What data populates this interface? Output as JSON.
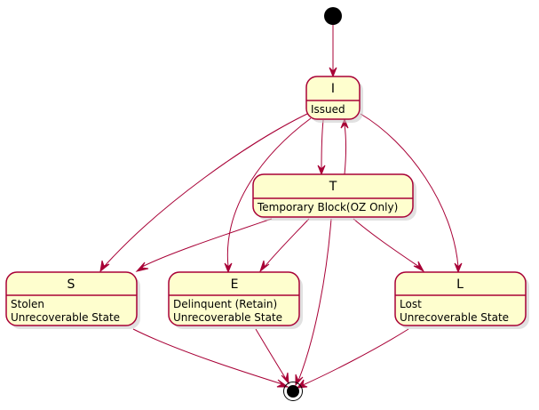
{
  "colors": {
    "state_fill": "#FEFECE",
    "state_border": "#A80036",
    "arrow": "#A80036",
    "pseudo_state": "#000000"
  },
  "states": {
    "I": {
      "name": "I",
      "description": [
        "Issued"
      ]
    },
    "T": {
      "name": "T",
      "description": [
        "Temporary Block(OZ Only)"
      ]
    },
    "S": {
      "name": "S",
      "description": [
        "Stolen",
        "Unrecoverable State"
      ]
    },
    "E": {
      "name": "E",
      "description": [
        "Delinquent (Retain)",
        "Unrecoverable State"
      ]
    },
    "L": {
      "name": "L",
      "description": [
        "Lost",
        "Unrecoverable State"
      ]
    }
  },
  "transitions": [
    {
      "from": "start",
      "to": "I"
    },
    {
      "from": "I",
      "to": "T"
    },
    {
      "from": "T",
      "to": "I"
    },
    {
      "from": "I",
      "to": "S"
    },
    {
      "from": "I",
      "to": "E"
    },
    {
      "from": "I",
      "to": "L"
    },
    {
      "from": "T",
      "to": "S"
    },
    {
      "from": "T",
      "to": "E"
    },
    {
      "from": "T",
      "to": "L"
    },
    {
      "from": "T",
      "to": "end"
    },
    {
      "from": "S",
      "to": "end"
    },
    {
      "from": "E",
      "to": "end"
    },
    {
      "from": "L",
      "to": "end"
    }
  ]
}
